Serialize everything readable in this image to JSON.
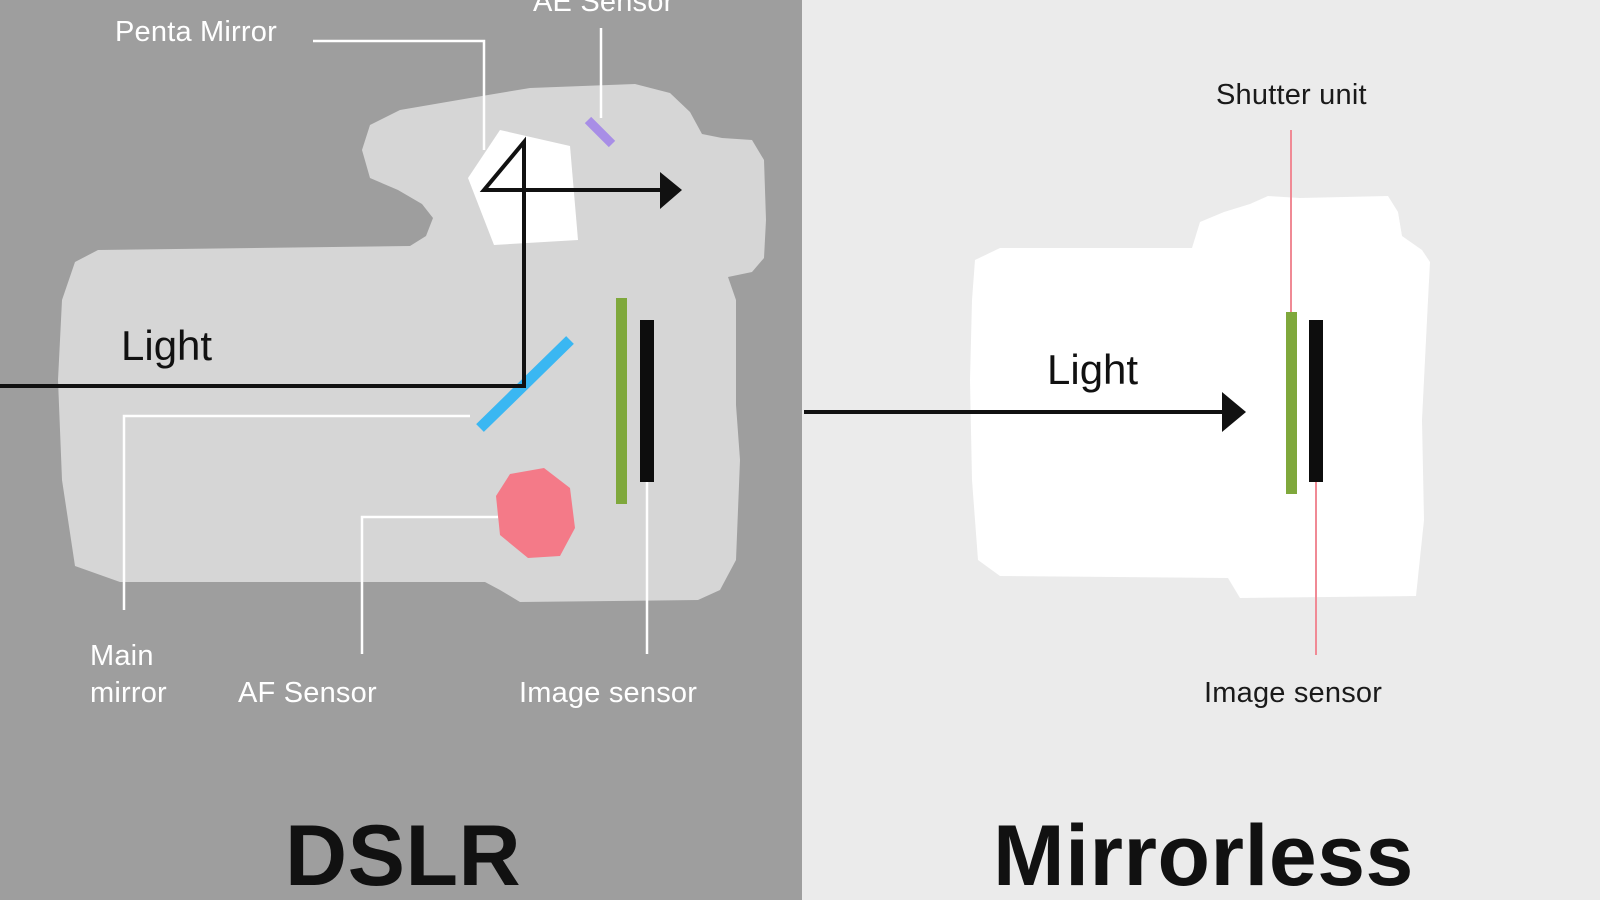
{
  "colors": {
    "dslr_background": "#9e9e9e",
    "mirrorless_background": "#ebebeb",
    "dslr_body": "#d6d6d6",
    "mirrorless_body": "#ffffff",
    "penta_mirror": "#ffffff",
    "ae_sensor": "#a88ee6",
    "main_mirror": "#3ab7f2",
    "af_sensor": "#f47a88",
    "shutter": "#7fa83c",
    "image_sensor": "#0d0d0d",
    "light_path": "#111111",
    "leader_line_dslr": "#ffffff",
    "leader_line_mirrorless": "#f08a95"
  },
  "dslr": {
    "title": "DSLR",
    "labels": {
      "penta_mirror": "Penta Mirror",
      "ae_sensor": "AE Sensor",
      "main_mirror": "Main\nmirror",
      "af_sensor": "AF Sensor",
      "image_sensor": "Image sensor",
      "light": "Light"
    }
  },
  "mirrorless": {
    "title": "Mirrorless",
    "labels": {
      "shutter_unit": "Shutter unit",
      "image_sensor": "Image sensor",
      "light": "Light"
    }
  }
}
